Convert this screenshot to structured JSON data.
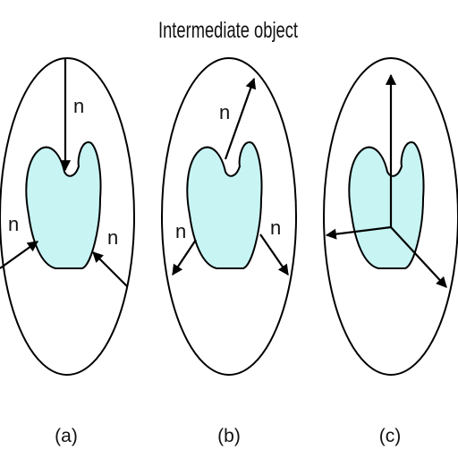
{
  "title": "Intermediate object",
  "panels": [
    {
      "caption": "(a)",
      "arrow_label": "n"
    },
    {
      "caption": "(b)",
      "arrow_label": "n"
    },
    {
      "caption": "(c)"
    }
  ],
  "colors": {
    "object_fill": "#c8f4f4",
    "outline": "#000000"
  }
}
